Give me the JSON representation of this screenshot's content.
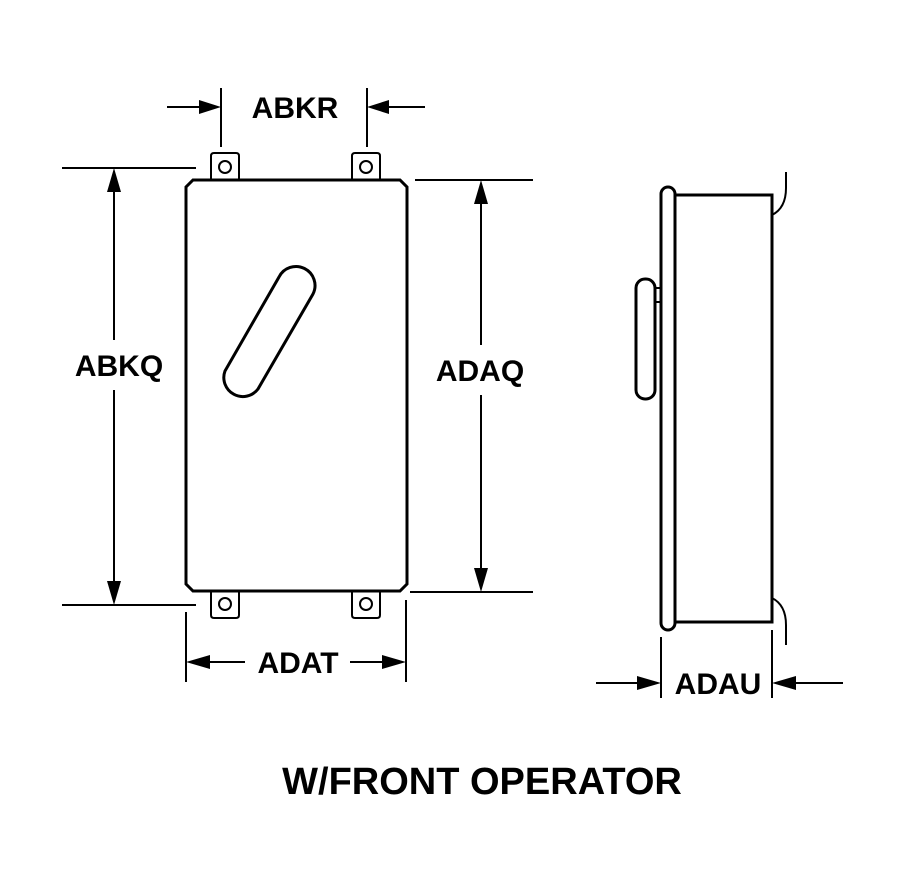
{
  "labels": {
    "abkr": "ABKR",
    "abkq": "ABKQ",
    "adaq": "ADAQ",
    "adat": "ADAT",
    "adau": "ADAU",
    "caption": "W/FRONT OPERATOR"
  },
  "colors": {
    "line": "#000000",
    "background": "#ffffff"
  }
}
